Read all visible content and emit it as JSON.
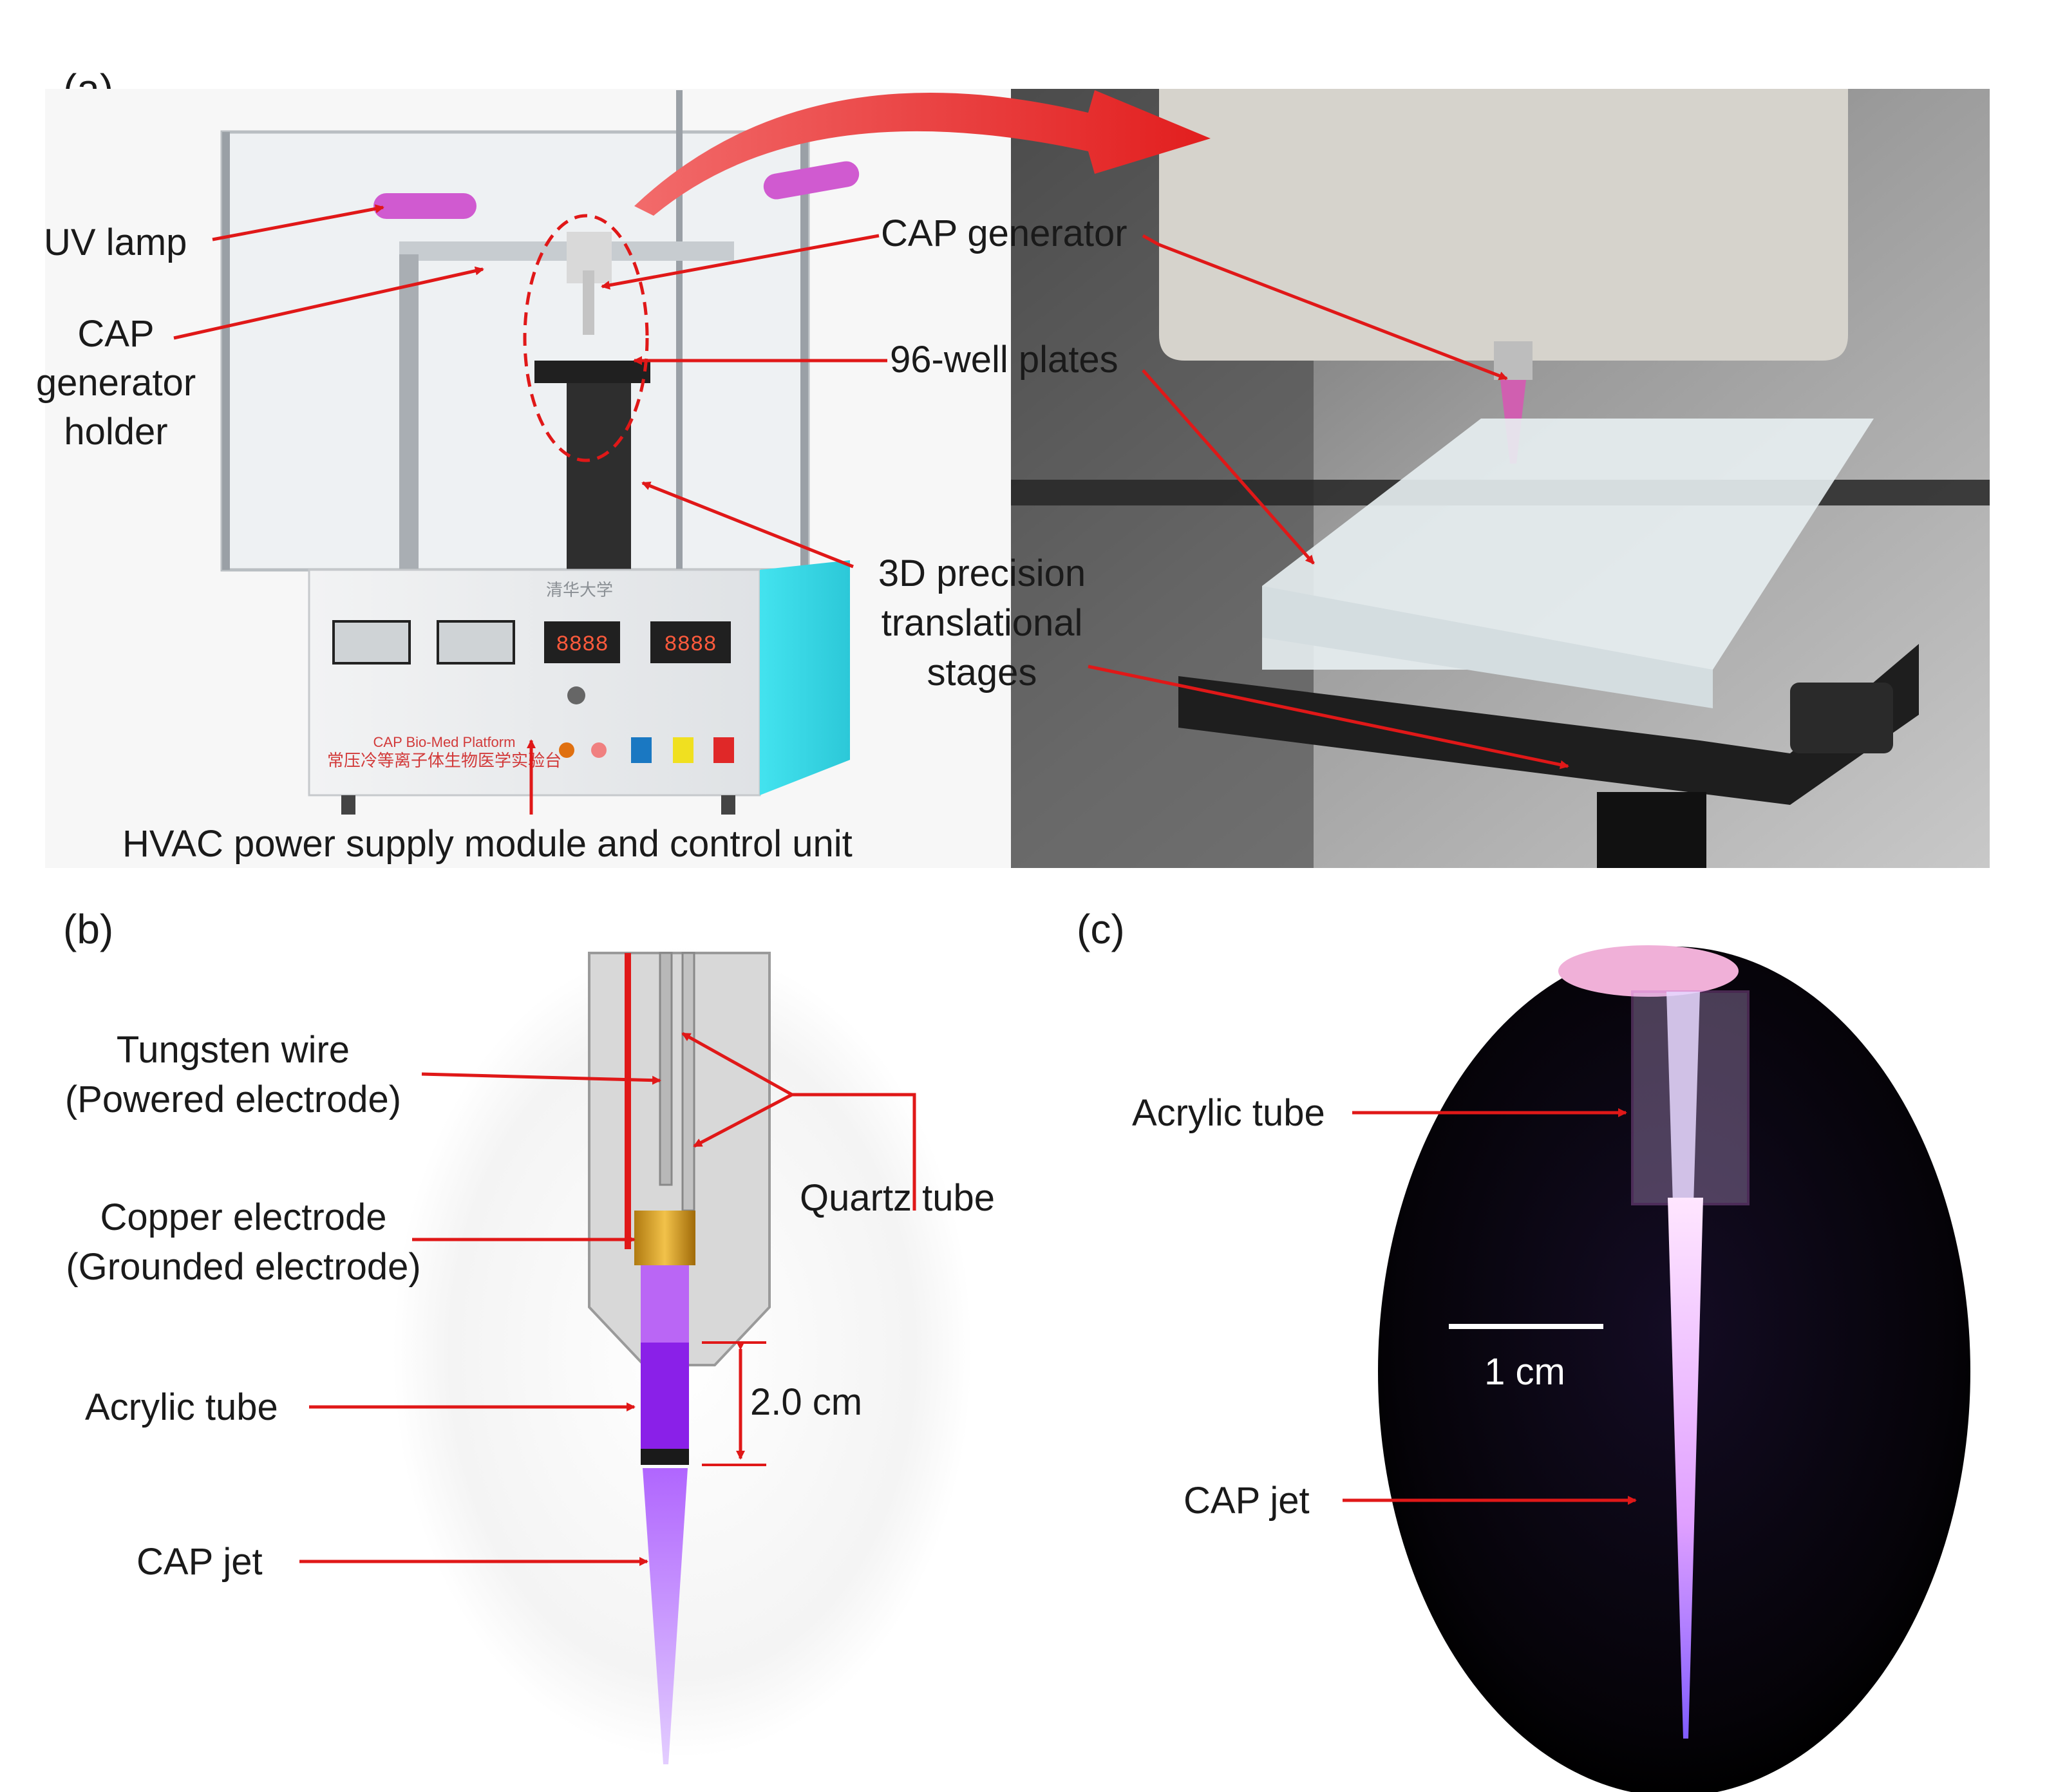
{
  "panels": {
    "a": "(a)",
    "b": "(b)",
    "c": "(c)"
  },
  "panel_a": {
    "labels": {
      "uv_lamp": "UV lamp",
      "holder_line1": "CAP",
      "holder_line2": "generator",
      "holder_line3": "holder",
      "cap_generator": "CAP generator",
      "well_plates": "96-well plates",
      "stages_line1": "3D precision",
      "stages_line2": "translational",
      "stages_line3": "stages",
      "hvac": "HVAC power supply module and control unit"
    },
    "device_text": {
      "brand_cn": "清华大学",
      "platform_en": "CAP Bio-Med Platform",
      "platform_cn": "常压冷等离子体生物医学实验台",
      "display1": "8888",
      "display2": "8888"
    }
  },
  "panel_b": {
    "labels": {
      "tungsten_line1": "Tungsten wire",
      "tungsten_line2": "(Powered electrode)",
      "quartz": "Quartz tube",
      "copper_line1": "Copper electrode",
      "copper_line2": "(Grounded electrode)",
      "acrylic": "Acrylic tube",
      "dimension": "2.0 cm",
      "cap_jet": "CAP jet"
    }
  },
  "panel_c": {
    "labels": {
      "acrylic": "Acrylic tube",
      "scale": "1 cm",
      "cap_jet": "CAP jet"
    }
  },
  "colors": {
    "annotation_arrow": "#e01818",
    "plasma": "#b070ff",
    "panel_c_background": "#0a0614"
  }
}
